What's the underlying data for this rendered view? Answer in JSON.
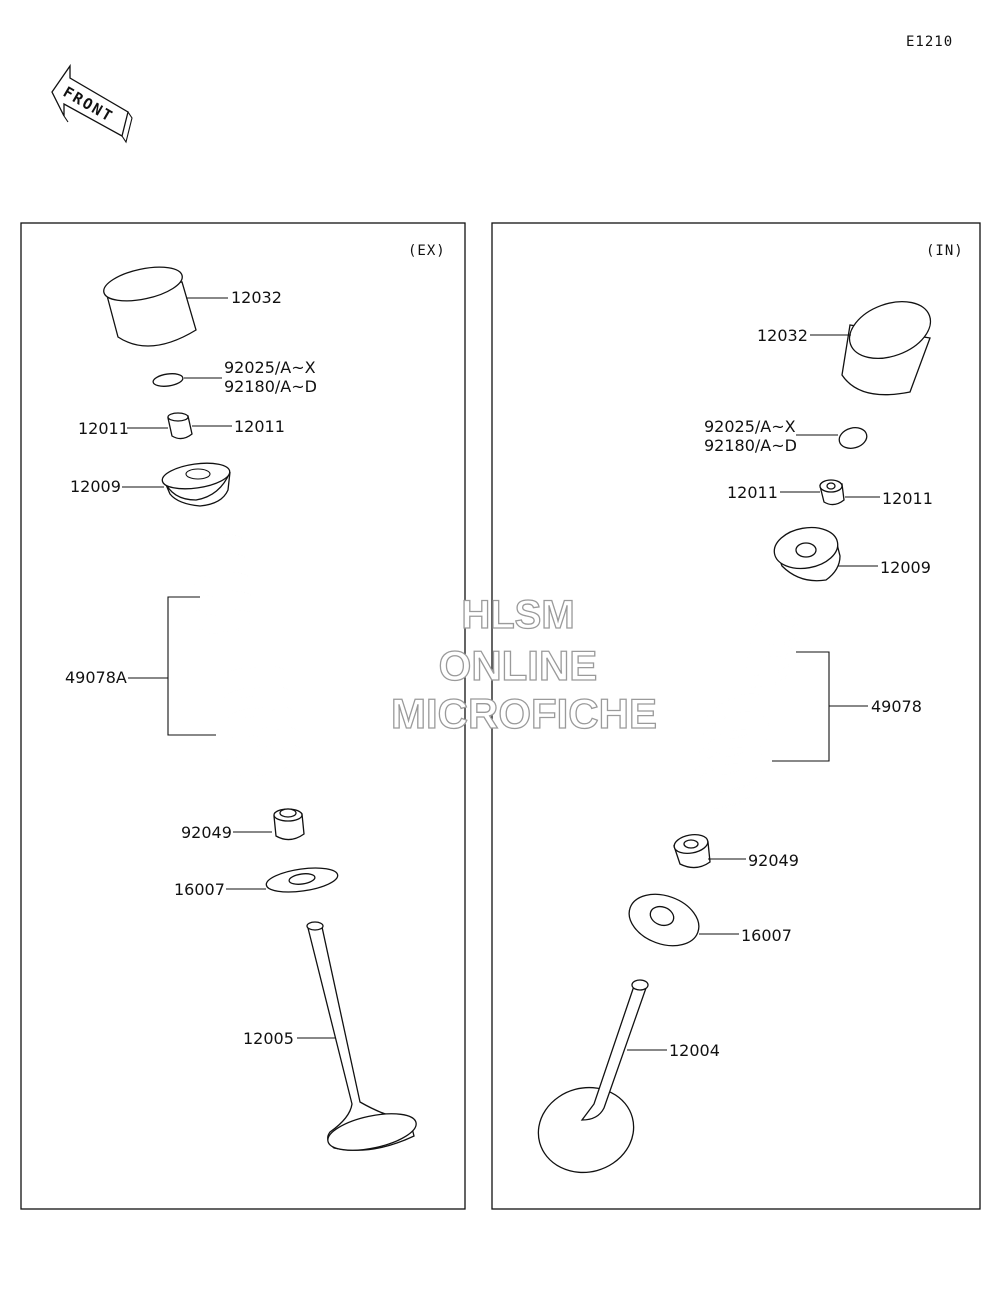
{
  "diagram_code": "E1210",
  "front_label": "FRONT",
  "watermark": {
    "line1": "HLSM",
    "line2": "ONLINE",
    "line3": "MICROFICHE"
  },
  "panels": [
    {
      "id": "ex",
      "title": "(EX)",
      "labels": {
        "tappet": "12032",
        "shim_a": "92025/A~X",
        "shim_b": "92180/A~D",
        "cotter_left": "12011",
        "cotter_right": "12011",
        "retainer": "12009",
        "spring": "49078A",
        "seal": "92049",
        "seat": "16007",
        "valve": "12005"
      }
    },
    {
      "id": "in",
      "title": "(IN)",
      "labels": {
        "tappet": "12032",
        "shim_a": "92025/A~X",
        "shim_b": "92180/A~D",
        "cotter_left": "12011",
        "cotter_right": "12011",
        "retainer": "12009",
        "spring": "49078",
        "seal": "92049",
        "seat": "16007",
        "valve": "12004"
      }
    }
  ]
}
